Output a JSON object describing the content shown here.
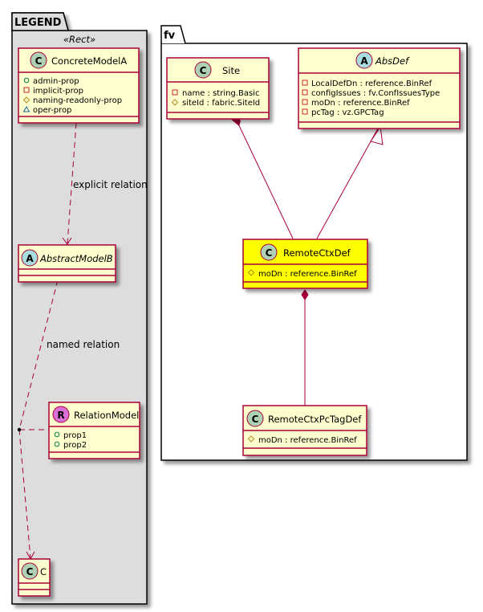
{
  "colors": {
    "class_fill": "#FEFECE",
    "class_border": "#A80036",
    "highlight_fill": "#FFFF00",
    "legend_fill": "#DDDDDD",
    "badge_class": "#ADD1B2",
    "badge_abstract": "#A9DCDF",
    "badge_relation": "#DA70D6",
    "vis_public": "#038048",
    "vis_private": "#C82930",
    "vis_protected": "#B38D22",
    "vis_package": "#1963A0"
  },
  "legend": {
    "title": "LEGEND",
    "stereotype": "«Rect»",
    "concrete": {
      "badge": "C",
      "name": "ConcreteModelA",
      "attrs": [
        {
          "vis": "public",
          "text": "admin-prop"
        },
        {
          "vis": "private",
          "text": "implicit-prop"
        },
        {
          "vis": "protected",
          "text": "naming-readonly-prop"
        },
        {
          "vis": "package",
          "text": "oper-prop"
        }
      ]
    },
    "abstract": {
      "badge": "A",
      "name": "AbstractModelB"
    },
    "relation": {
      "badge": "R",
      "name": "RelationModel",
      "attrs": [
        {
          "vis": "public",
          "text": "prop1"
        },
        {
          "vis": "public",
          "text": "prop2"
        }
      ]
    },
    "c": {
      "badge": "C",
      "name": "C"
    },
    "explicit_label": "explicit relation",
    "named_label": "named relation"
  },
  "fv": {
    "title": "fv",
    "site": {
      "badge": "C",
      "name": "Site",
      "attrs": [
        {
          "vis": "private",
          "text": "name : string.Basic"
        },
        {
          "vis": "protected",
          "text": "siteId : fabric.SiteId"
        }
      ]
    },
    "absdef": {
      "badge": "A",
      "name": "AbsDef",
      "attrs": [
        {
          "vis": "private",
          "text": "LocalDefDn : reference.BinRef"
        },
        {
          "vis": "private",
          "text": "configIssues : fv.ConfIssuesType"
        },
        {
          "vis": "private",
          "text": "moDn : reference.BinRef"
        },
        {
          "vis": "private",
          "text": "pcTag : vz.GPCTag"
        }
      ]
    },
    "remotectxdef": {
      "badge": "C",
      "name": "RemoteCtxDef",
      "attrs": [
        {
          "vis": "protected",
          "text": "moDn : reference.BinRef"
        }
      ]
    },
    "remotectxpctagdef": {
      "badge": "C",
      "name": "RemoteCtxPcTagDef",
      "attrs": [
        {
          "vis": "protected",
          "text": "moDn : reference.BinRef"
        }
      ]
    }
  }
}
